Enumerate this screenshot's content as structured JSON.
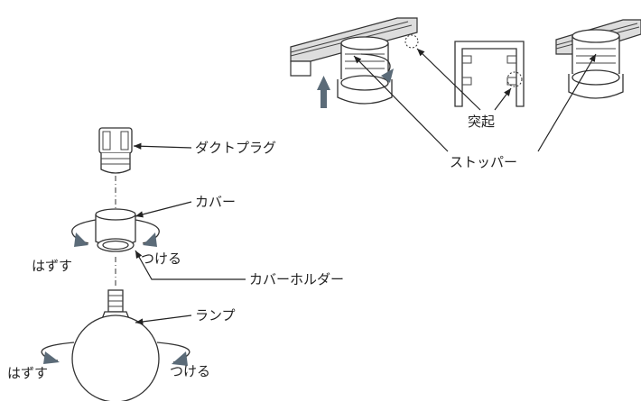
{
  "labels": {
    "duct_plug": "ダクトプラグ",
    "cover": "カバー",
    "remove_upper": "はずす",
    "attach_upper": "つける",
    "cover_holder": "カバーホルダー",
    "lamp": "ランプ",
    "remove_lower": "はずす",
    "attach_lower": "つける",
    "protrusion": "突起",
    "stopper": "ストッパー"
  },
  "colors": {
    "line": "#222222",
    "arrow_fill": "#5b6b78",
    "rail_shade": "#dddddd"
  }
}
